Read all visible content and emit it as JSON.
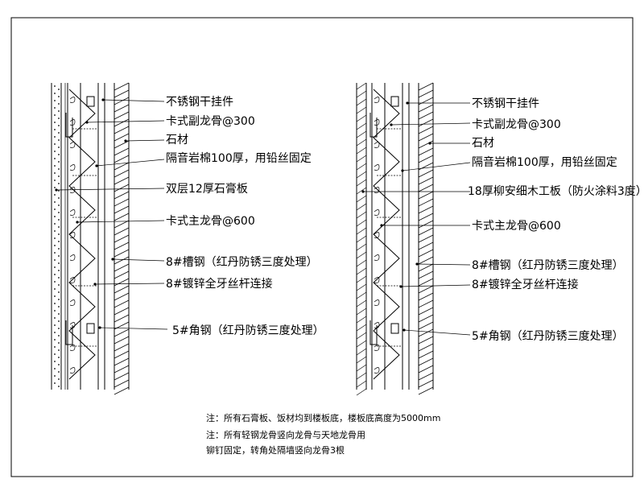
{
  "left_detail": {
    "labels": [
      "不锈钢干挂件",
      "卡式副龙骨@300",
      "石材",
      "隔音岩棉100厚，用铅丝固定",
      "双层12厚石膏板",
      "卡式主龙骨@600",
      "8#槽钢（红丹防锈三度处理）",
      "8#镀锌全牙丝杆连接",
      "5#角钢（红丹防锈三度处理）"
    ]
  },
  "right_detail": {
    "labels": [
      "不锈钢干挂件",
      "卡式副龙骨@300",
      "石材",
      "隔音岩棉100厚，用铅丝固定",
      "18厚柳安细木工板（防火涂料3度）",
      "卡式主龙骨@600",
      "8#槽钢（红丹防锈三度处理）",
      "8#镀锌全牙丝杆连接",
      "5#角钢（红丹防锈三度处理）"
    ]
  },
  "notes": [
    "注：所有石膏板、饭材均到楼板底，楼板底高度为5000mm",
    "注：所有轻钢龙骨竖向龙骨与天地龙骨用",
    "铆钉固定，转角处隔墙竖向龙骨3根"
  ]
}
